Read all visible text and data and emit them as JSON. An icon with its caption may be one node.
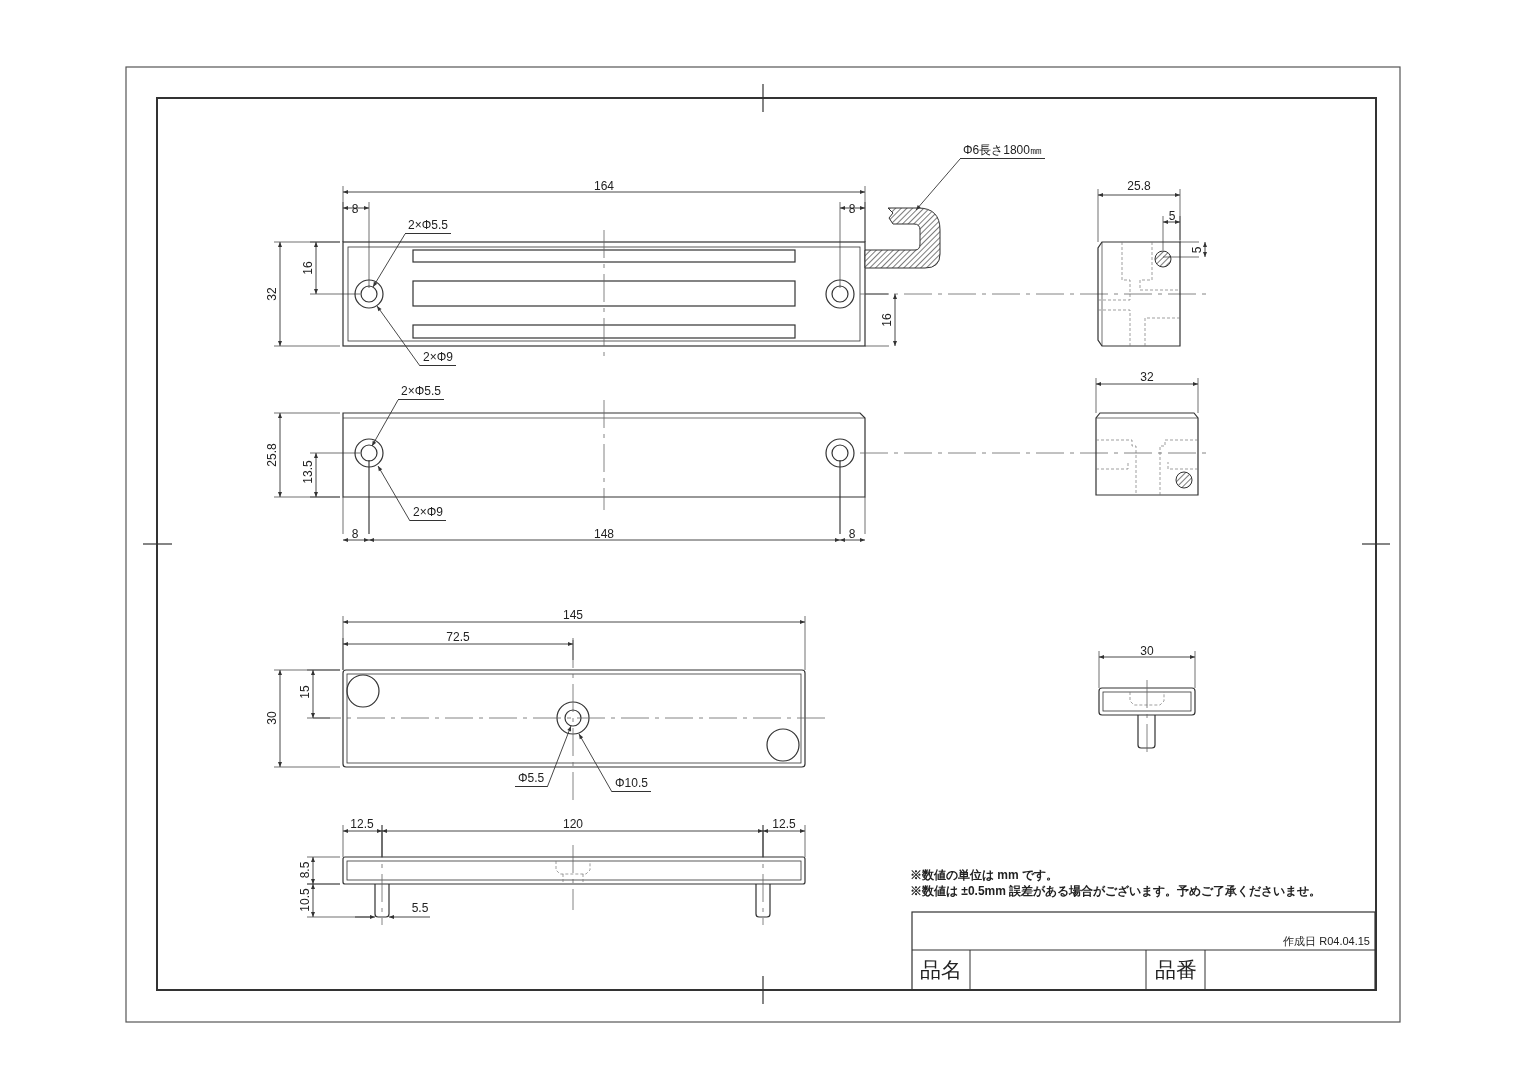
{
  "diagram": {
    "nodes": [
      {
        "text": [
          "Φ6長さ1800㎜"
        ]
      },
      {
        "text": [
          "2×Φ5.5"
        ]
      },
      {
        "text": [
          "2×Φ9"
        ]
      },
      {
        "text": [
          "2×Φ5.5"
        ]
      },
      {
        "text": [
          "2×Φ9"
        ]
      },
      {
        "text": [
          "Φ5.5"
        ]
      },
      {
        "text": [
          "Φ10.5"
        ]
      }
    ],
    "edges": [
      {
        "from": 0,
        "to": null,
        "arrow": "to"
      },
      {
        "from": 1,
        "to": null,
        "arrow": "to"
      },
      {
        "from": 2,
        "to": null,
        "arrow": "to"
      },
      {
        "from": 3,
        "to": null,
        "arrow": "to"
      },
      {
        "from": 4,
        "to": null,
        "arrow": "to"
      },
      {
        "from": 5,
        "to": null,
        "arrow": "to"
      },
      {
        "from": 6,
        "to": null,
        "arrow": "to"
      }
    ],
    "labels": [
      "164",
      "8",
      "8",
      "25.8",
      "5",
      "32",
      "16",
      "16",
      "5",
      "32",
      "25.8",
      "13.5",
      "8",
      "148",
      "8",
      "145",
      "72.5",
      "30",
      "15",
      "30",
      "12.5",
      "120",
      "12.5",
      "8.5",
      "5.5",
      "10.5",
      "※数値の単位は mm です。",
      "※数値は ±0.5mm 誤差がある場合がございます。予めご了承くださいませ。",
      "作成日 R04.04.15",
      "品名",
      "品番"
    ]
  }
}
